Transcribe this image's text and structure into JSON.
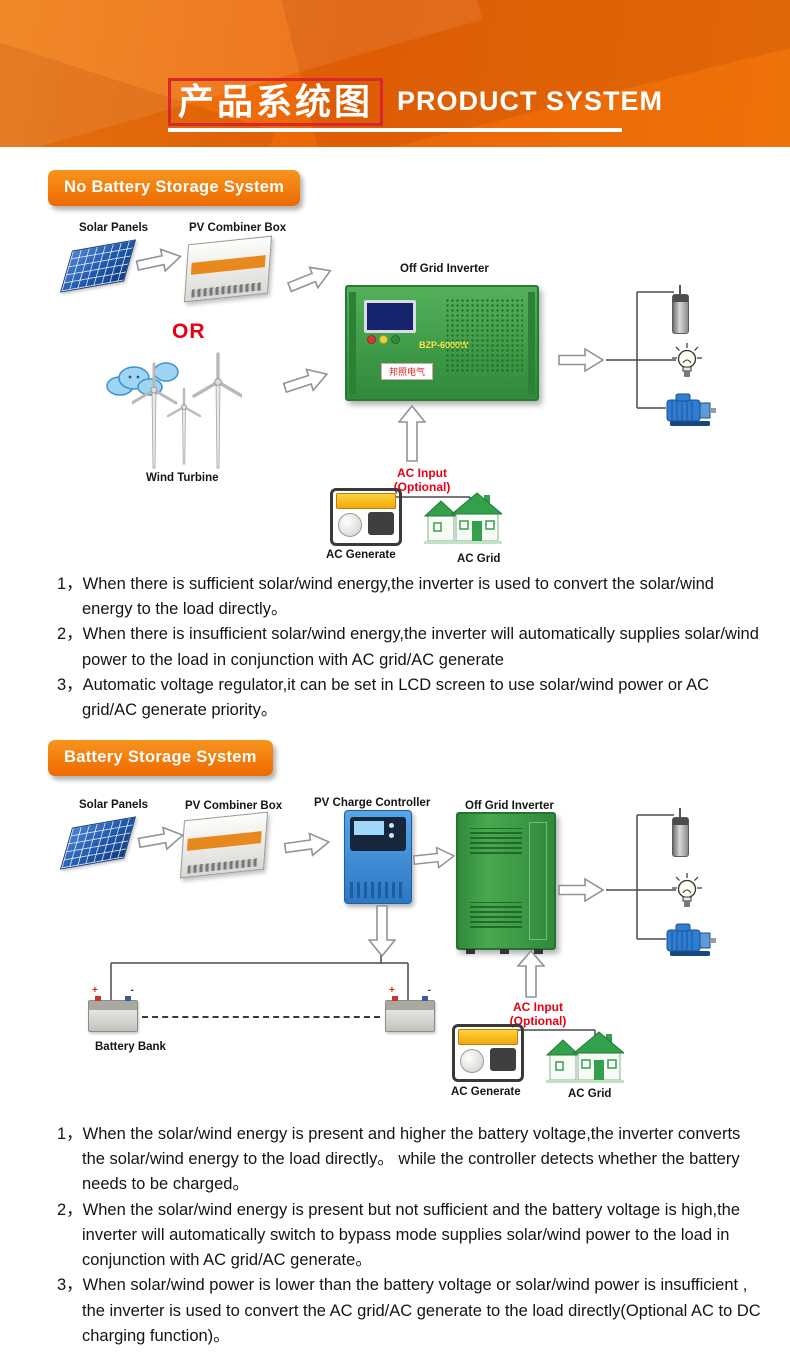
{
  "header": {
    "title_zh": "产品系统图",
    "title_en": "PRODUCT SYSTEM"
  },
  "colors": {
    "brand_orange": "#ec6505",
    "badge_orange": "#f7941e",
    "accent_red": "#e60012",
    "inverter_green": "#3a9a44",
    "solar_blue": "#2b62ad",
    "motor_blue": "#2f7cd1",
    "house_green": "#33a14b"
  },
  "section1": {
    "badge": "No Battery Storage System",
    "labels": {
      "solar_panels": "Solar Panels",
      "pv_combiner_box": "PV Combiner Box",
      "off_grid_inverter": "Off Grid Inverter",
      "or": "OR",
      "wind_turbine": "Wind Turbine",
      "ac_input": "AC Input",
      "ac_optional": "(Optional)",
      "ac_generate": "AC Generate",
      "ac_grid": "AC Grid"
    },
    "device": {
      "model": "BZP-6000W",
      "brand": "邦照电气"
    },
    "notes": [
      "1，When there is sufficient solar/wind energy,the inverter is used to convert the solar/wind energy to the load directly。",
      "2，When there is insufficient solar/wind energy,the inverter will automatically supplies solar/wind power to the load in conjunction with AC grid/AC generate",
      "3，Automatic voltage regulator,it can be set in LCD screen to use solar/wind power or AC grid/AC generate priority。"
    ]
  },
  "section2": {
    "badge": "Battery Storage System",
    "labels": {
      "solar_panels": "Solar Panels",
      "pv_combiner_box": "PV Combiner Box",
      "pv_charge_controller": "PV Charge Controller",
      "off_grid_inverter": "Off Grid Inverter",
      "battery_bank": "Battery Bank",
      "ac_input": "AC Input",
      "ac_optional": "(Optional)",
      "ac_generate": "AC Generate",
      "ac_grid": "AC Grid"
    },
    "battery_marks": {
      "plus": "+",
      "minus": "-"
    },
    "notes": [
      "1，When the solar/wind energy is present and higher the battery voltage,the inverter converts the solar/wind energy to the load directly。 while the controller detects whether the battery needs to be charged。",
      "2，When the solar/wind energy is present but not sufficient and the battery voltage is high,the inverter will automatically switch to bypass mode supplies solar/wind power to the load in conjunction with AC grid/AC generate。",
      "3，When solar/wind power is lower than the battery voltage or solar/wind power is insufficient , the inverter is used to convert the AC grid/AC generate to the load directly(Optional AC to DC charging function)。"
    ]
  }
}
